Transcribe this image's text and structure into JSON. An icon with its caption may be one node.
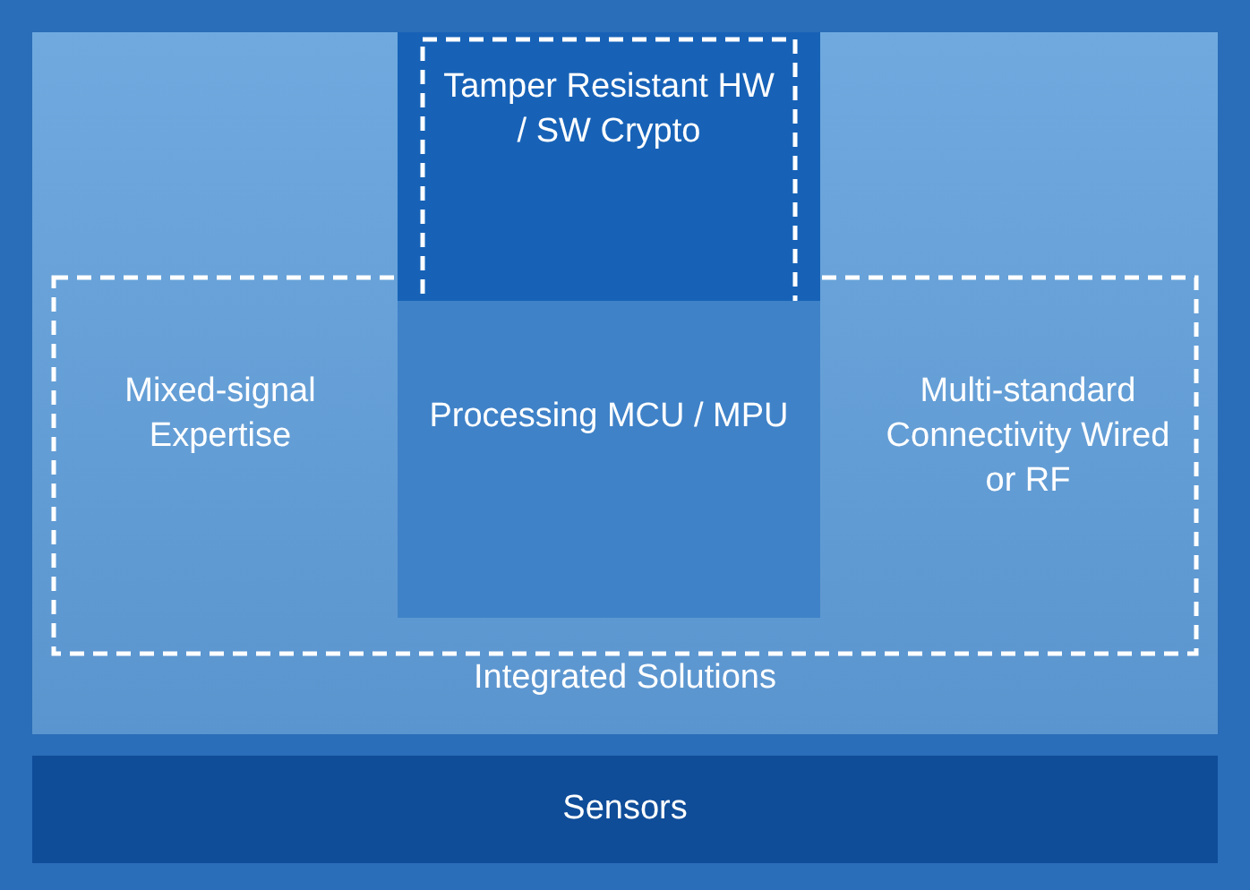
{
  "diagram": {
    "nodes": [
      {
        "text": [
          "Integrated Solutions"
        ]
      },
      {
        "text": [
          "Tamper Resistant HW / SW Crypto"
        ],
        "in": 0
      },
      {
        "text": [
          "Mixed-signal Expertise"
        ],
        "in": 0
      },
      {
        "text": [
          "Processing MCU / MPU"
        ],
        "in": 1
      },
      {
        "text": [
          "Multi-standard Connectivity Wired or RF"
        ],
        "in": 0
      },
      {
        "text": [
          "Sensors"
        ]
      }
    ]
  }
}
